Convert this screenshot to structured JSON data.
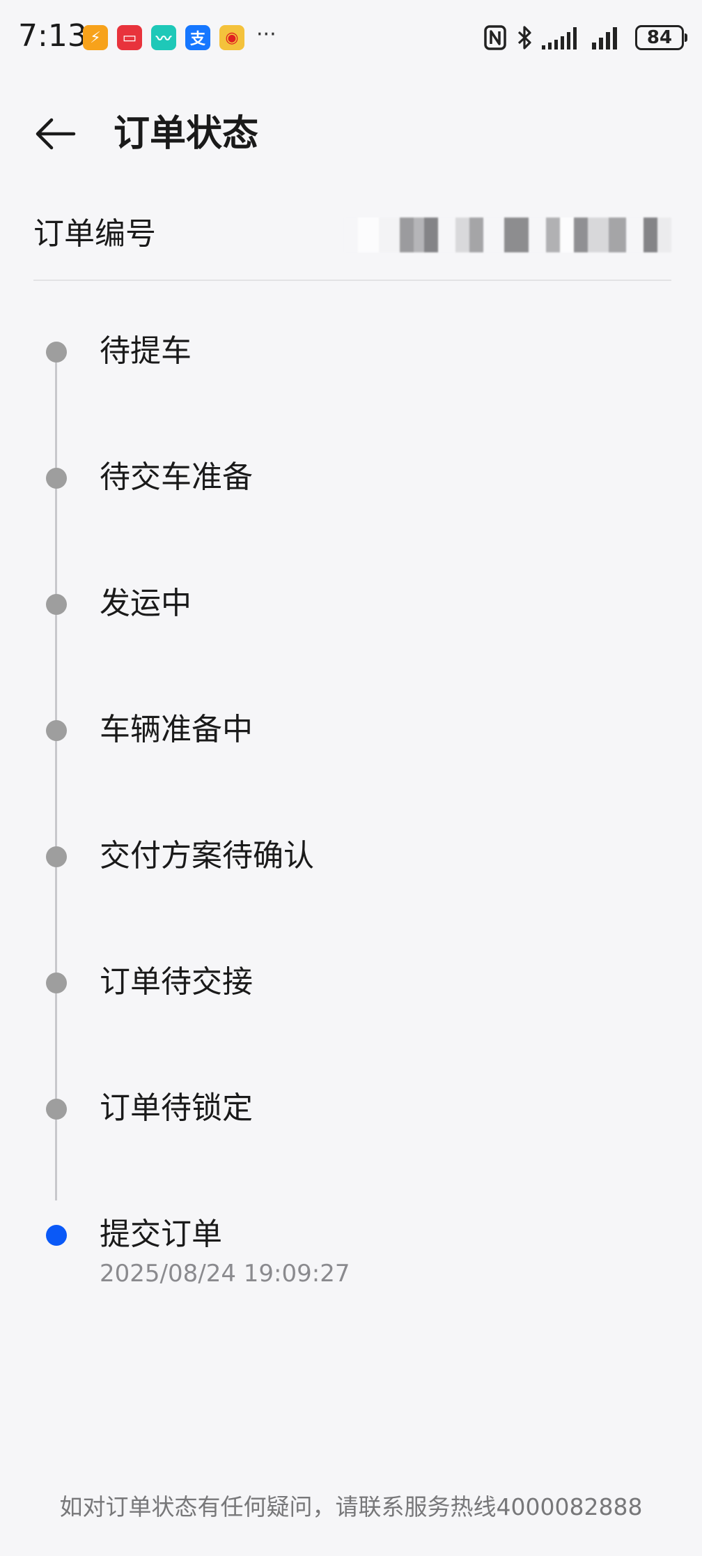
{
  "status_bar": {
    "time": "7:13",
    "apps": [
      {
        "icon": "taobao-flash-icon",
        "color": "#f7a21b",
        "glyph": "⚡"
      },
      {
        "icon": "huawei-store-icon",
        "color": "#e8333c",
        "glyph": "▭"
      },
      {
        "icon": "health-app-icon",
        "color": "#1ec8b8",
        "glyph": "〰"
      },
      {
        "icon": "alipay-icon",
        "color": "#1677ff",
        "glyph": "支"
      },
      {
        "icon": "weibo-icon",
        "color": "#f4c23c",
        "glyph": "◉"
      }
    ],
    "more": "···",
    "battery": "84"
  },
  "header": {
    "title": "订单状态"
  },
  "order": {
    "label": "订单编号"
  },
  "timeline": {
    "steps": [
      {
        "label": "待提车",
        "active": false
      },
      {
        "label": "待交车准备",
        "active": false
      },
      {
        "label": "发运中",
        "active": false
      },
      {
        "label": "车辆准备中",
        "active": false
      },
      {
        "label": "交付方案待确认",
        "active": false
      },
      {
        "label": "订单待交接",
        "active": false
      },
      {
        "label": "订单待锁定",
        "active": false
      },
      {
        "label": "提交订单",
        "active": true,
        "time": "2025/08/24 19:09:27"
      }
    ]
  },
  "footer": {
    "note": "如对订单状态有任何疑问，请联系服务热线4000082888"
  },
  "colors": {
    "active_dot": "#0a59f7",
    "inactive_dot": "#9e9e9e",
    "background": "#f6f6f8"
  }
}
